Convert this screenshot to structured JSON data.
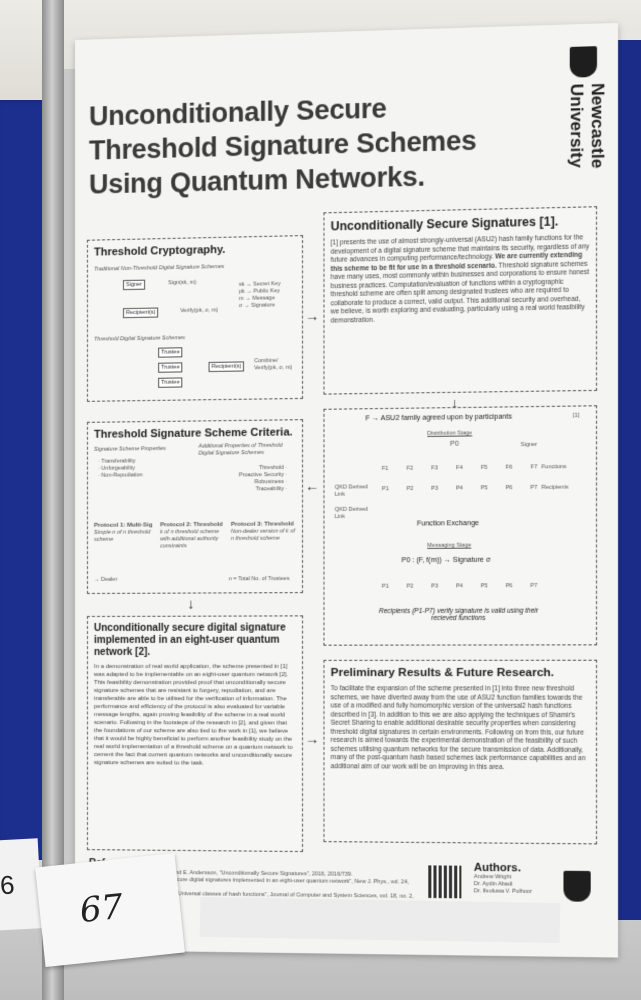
{
  "poster": {
    "title_lines": [
      "Unconditionally Secure",
      "Threshold Signature Schemes",
      "Using Quantum Networks."
    ],
    "logo_text": "Newcastle University"
  },
  "sections": {
    "threshold_crypto": {
      "title": "Threshold Cryptography.",
      "sub1": "Traditional Non-Threshold Digital Signature Schemes",
      "sub2": "Threshold Digital Signature Schemes",
      "signer": "Signer",
      "sign": "Sign(sk, m)",
      "recipients": "Recipient(s)",
      "verify": "Verify(pk, σ, m)",
      "legend": [
        "sk → Secret Key",
        "pk → Public Key",
        "m → Message",
        "σ → Signature"
      ],
      "trustee": "Trustee",
      "combine": "Combine/ Verify(pk, σ, m)"
    },
    "unconditional": {
      "title": "Unconditionally Secure Signatures [1].",
      "body": "[1] presents the use of almost strongly-universal (ASU2) hash family functions for the development of a digital signature scheme that maintains its security, regardless of any future advances in computing performance/technology.",
      "bold": "We are currently extending this scheme to be fit for use in a threshold scenario.",
      "body2": "Threshold signature schemes have many uses, most commonly within businesses and corporations to ensure honest business practices. Computation/evaluation of functions within a cryptographic threshold scheme are often split among designated trustees who are required to collaborate to produce a correct, valid output. This additional security and overhead, we believe, is worth exploring and evaluating, particularly using a real world feasibility demonstration."
    },
    "criteria": {
      "title": "Threshold Signature Scheme Criteria.",
      "props_title": "Signature Scheme Properties",
      "props": [
        "· Transferability",
        "· Unforgeability",
        "· Non-Repudiation"
      ],
      "add_title": "Additional Properties of Threshold Digital Signature Schemes",
      "add": [
        "Threshold ·",
        "Proactive Security ·",
        "Robustness ·",
        "Traceability ·"
      ],
      "protocols": [
        {
          "name": "Protocol 1: Multi-Sig",
          "desc": "Simple n of n threshold scheme"
        },
        {
          "name": "Protocol 2: Threshold",
          "desc": "k of n threshold scheme with additional authority constraints"
        },
        {
          "name": "Protocol 3: Threshold",
          "desc": "Non-dealer version of k of n threshold scheme"
        }
      ],
      "footer_left": "→ Dealer",
      "footer_right": "n = Total No. of Trustees"
    },
    "diagram": {
      "top": "F → ASU2 family agreed upon by participants",
      "ref": "[1]",
      "dist": "Distribution Stage",
      "p0": "P0",
      "signer": "Signer",
      "fs": [
        "F1",
        "F2",
        "F3",
        "F4",
        "F5",
        "F6",
        "F7"
      ],
      "functions": "Functions",
      "ps": [
        "P1",
        "P2",
        "P3",
        "P4",
        "P5",
        "P6",
        "P7"
      ],
      "recipients": "Recipients",
      "qkd": "QKD Derived Link",
      "exchange": "Function Exchange",
      "messaging": "Messaging Stage",
      "sig": "P0 : (F, f(m)) → Signature σ",
      "verify": "Recipients (P1-P7) verify signature is valid using their recieved functions"
    },
    "eight_user": {
      "title": "Unconditionally secure digital signature implemented in an eight-user quantum network [2].",
      "body": "In a demonstration of real world application, the scheme presented in [1] was adapted to be implementable on an eight-user quantum network [2]. This feasibility demonstration provided proof that unconditionally secure signature schemes that are resistant to forgery, repudiation, and are transferable are able to be utilised for the verification of information. The performance and efficiency of the protocol is also evaluated for variable message lengths, again proving feasibility of the scheme in a real world scenario. Following in the footsteps of the research in [2], and given that the foundations of our scheme are also tied to the work in [1], we believe that it would be highly beneficial to perform another feasibility study on the real world implementation of a threshold scheme on a quantum network to cement the fact that current quantum networks and unconditionally secure signature schemes are suited to the task."
    },
    "results": {
      "title": "Preliminary Results & Future Research.",
      "body": "To facilitate the expansion of the scheme presented in [1] into three new threshold schemes, we have diverted away from the use of ASU2 function families towards the use of a modified and fully homomorphic version of the universal2 hash functions described in [3]. In addition to this we are also applying the techniques of Shamir's Secret Sharing to enable additional desirable security properties when considering threshold digital signatures in certain environments. Following on from this, our future research is aimed towards the experimental demonstration of the feasibility of such schemes utilising quantum networks for the secure transmission of data. Additionally, many of the post-quantum hash based schemes lack performance capabilities and an additional aim of our work will be on improving in this area."
    },
    "references": {
      "title": "References.",
      "items": [
        "[1] R. Amiri, A. Abidin, P. Wallden, and E. Andersson, \"Unconditionally Secure Signatures\", 2016, 2016/739.",
        "[2] Y. Pelet et al, \"Unconditionally secure digital signatures implemented in an eight-user quantum network\", New J. Phys., vol. 24, no. 9, p. 093038, Oct. 2022.",
        "[3] J. L. Carter and M. N. Wegman, \"Universal classes of hash functions\", Journal of Computer and System Sciences, vol. 18, no. 2, pp. 143–154, Apr. 1979."
      ]
    },
    "authors": {
      "title": "Authors.",
      "names": [
        "Andrew Wright",
        "Dr. Aydin Abadi",
        "Dr. Ifeoluwa V. Pulhoor"
      ]
    }
  },
  "labels": {
    "card_number": "67",
    "left_card": "6"
  },
  "colors": {
    "board_blue": "#1c2f8e",
    "poster_bg": "#f4f4f2",
    "title_gray": "#3a3a3a"
  }
}
